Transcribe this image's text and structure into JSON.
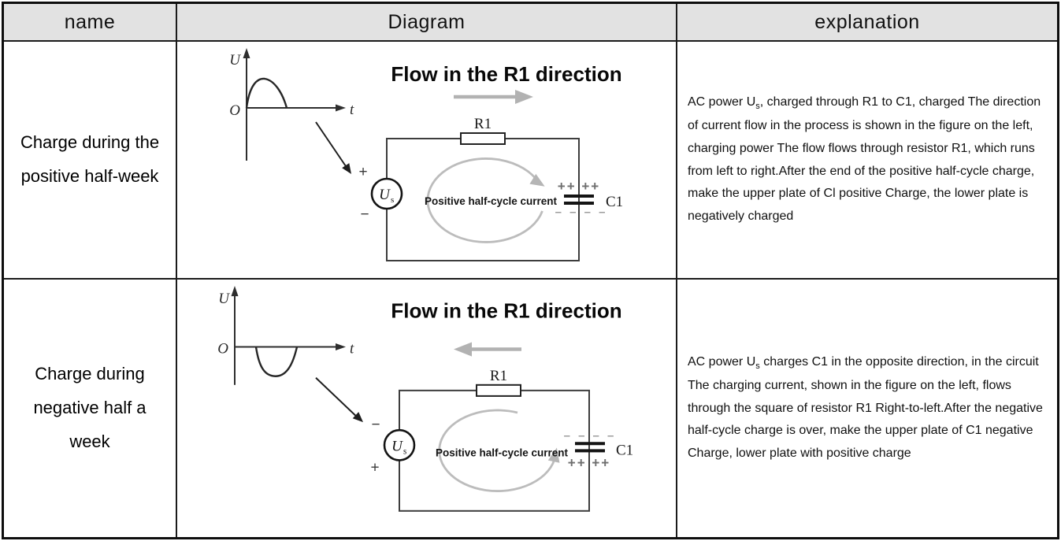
{
  "header": {
    "name": "name",
    "diagram": "Diagram",
    "explanation": "explanation"
  },
  "colors": {
    "header_bg": "#e2e2e2",
    "table_border": "#141414",
    "circuit_stroke": "#3d3d3d",
    "flow_gray": "#b2b2b2"
  },
  "rows": [
    {
      "name_lines": [
        "Charge during the",
        "positive half-week"
      ],
      "diagram": {
        "title": "Flow in the R1 direction",
        "flow_direction": "right",
        "waveform": {
          "y_label": "U",
          "origin_label": "O",
          "x_label": "t",
          "half_cycle": "positive"
        },
        "circuit": {
          "resistor_label": "R1",
          "source_label": "U",
          "source_sub": "s",
          "source_top_sign": "+",
          "source_bottom_sign": "−",
          "capacitor_label": "C1",
          "top_charges": "++ ++",
          "bottom_charges": "– – – –",
          "loop_label": "Positive half-cycle current"
        }
      },
      "explanation": {
        "pre": "AC power U",
        "sub": "s",
        "post": ", charged through R1 to C1, charged The direction of current flow in the process is shown in the figure on the left, charging power The flow flows through resistor R1, which runs from left to right.After the end of the positive half-cycle charge, make the upper plate of Cl positive Charge, the lower plate is negatively charged"
      }
    },
    {
      "name_lines": [
        "Charge during",
        "negative half a",
        "week"
      ],
      "diagram": {
        "title": "Flow in the R1 direction",
        "flow_direction": "left",
        "waveform": {
          "y_label": "U",
          "origin_label": "O",
          "x_label": "t",
          "half_cycle": "negative"
        },
        "circuit": {
          "resistor_label": "R1",
          "source_label": "U",
          "source_sub": "s",
          "source_top_sign": "−",
          "source_bottom_sign": "+",
          "capacitor_label": "C1",
          "top_charges": "– – – –",
          "bottom_charges": "++ ++",
          "loop_label": "Positive half-cycle current"
        }
      },
      "explanation": {
        "pre": "AC power U",
        "sub": "s",
        "post": " charges C1 in the opposite direction, in the circuit The charging current, shown in the figure on the left, flows through the square of resistor R1 Right-to-left.After the negative half-cycle charge is over, make the upper plate of C1 negative Charge, lower plate with positive charge"
      }
    }
  ]
}
